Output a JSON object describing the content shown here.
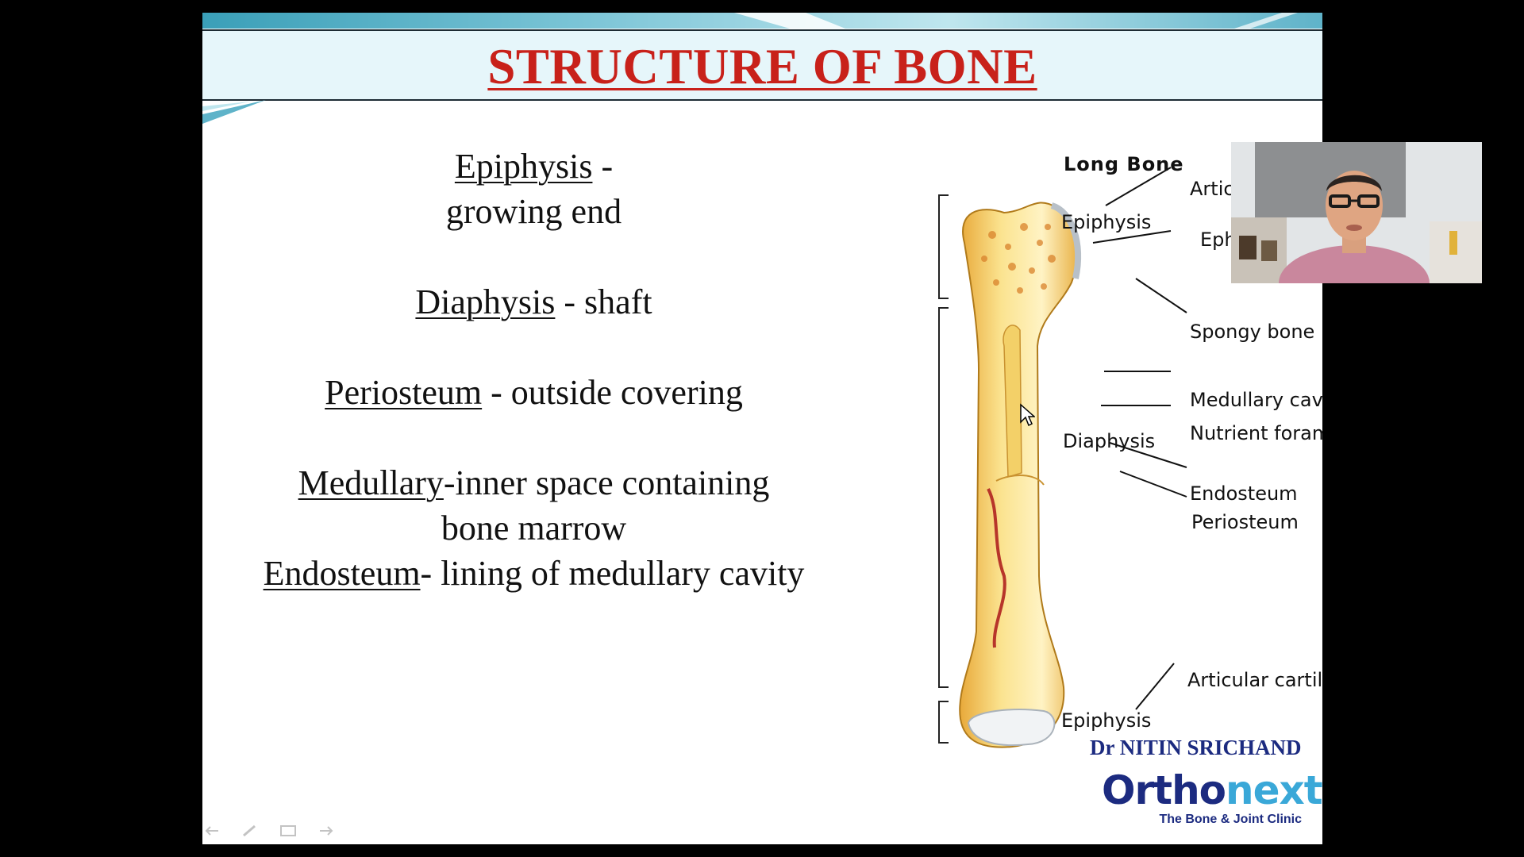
{
  "slide": {
    "title": "STRUCTURE OF BONE",
    "lines": [
      {
        "term": "Epiphysis",
        "rest": " -"
      },
      {
        "term": "",
        "rest": "growing end"
      },
      {
        "term": "Diaphysis",
        "rest": " - shaft"
      },
      {
        "term": "Periosteum",
        "rest": " - outside covering"
      },
      {
        "term": "Medullary",
        "rest": "-inner space containing"
      },
      {
        "term": "",
        "rest": "bone marrow"
      },
      {
        "term": "Endosteum",
        "rest": "- lining of medullary cavity"
      }
    ]
  },
  "figure": {
    "heading": "Long Bone",
    "left_labels": {
      "epiphysis_top": "Epiphysis",
      "diaphysis": "Diaphysis",
      "epiphysis_bottom": "Epiphysis"
    },
    "right_labels": {
      "articular_top": "Articular ca",
      "ephiphyse": "Ephiphyse",
      "spongy": "Spongy bone",
      "medullary": "Medullary cavity",
      "nutrient": "Nutrient foramen",
      "endosteum": "Endosteum",
      "periosteum": "Periosteum",
      "articular_bottom": "Articular cartilage"
    }
  },
  "branding": {
    "presenter": "Dr NITIN SRICHAND",
    "logo_part1": "Ortho",
    "logo_part2": "next",
    "tagline": "The Bone & Joint Clinic",
    "colors": {
      "navy": "#1c2b80",
      "cyan": "#3aa8d8",
      "title_red": "#c8211a"
    }
  },
  "controls": {
    "icons": [
      "previous-slide-icon",
      "pen-icon",
      "slides-menu-icon",
      "next-slide-icon"
    ]
  }
}
